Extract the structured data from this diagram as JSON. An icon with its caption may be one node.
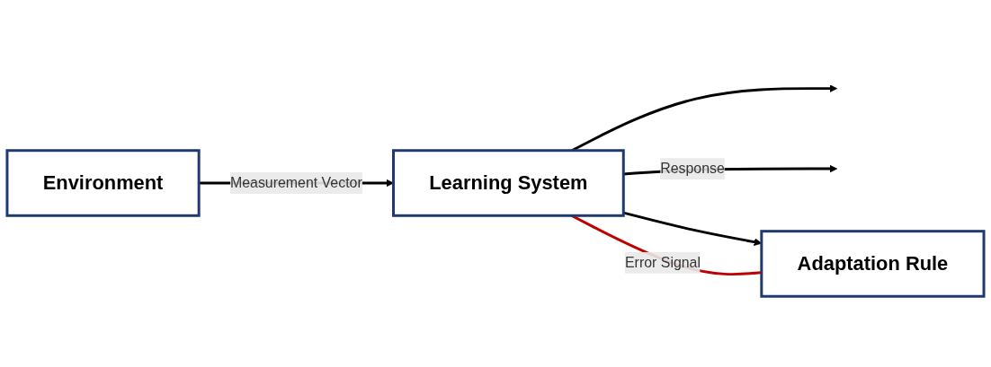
{
  "diagram": {
    "nodes": [
      {
        "text": [
          "Environment"
        ]
      },
      {
        "text": [
          "Learning System"
        ]
      },
      {
        "text": [
          "Adaptation Rule"
        ]
      }
    ],
    "edges": [
      {
        "from": 0,
        "to": 1,
        "arrow": "to",
        "label": "Measurement Vector"
      },
      {
        "from": 1,
        "to": null,
        "arrow": "to"
      },
      {
        "from": 1,
        "to": null,
        "arrow": "to",
        "label": "Response"
      },
      {
        "from": 1,
        "to": 2,
        "arrow": "to"
      },
      {
        "from": 2,
        "to": 1,
        "arrow": "none",
        "label": "Error Signal",
        "color": "#c00000"
      }
    ]
  }
}
